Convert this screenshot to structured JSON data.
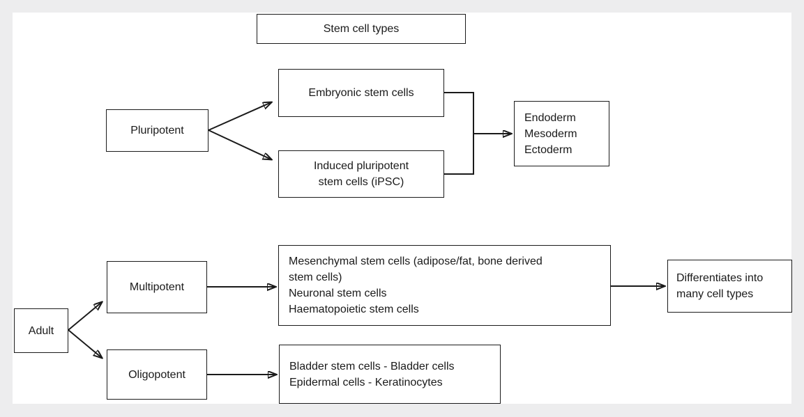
{
  "diagram": {
    "title": "Stem cell types",
    "colors": {
      "surround_background": "#ededee",
      "canvas_background": "#ffffff",
      "line_and_text": "#1a1a1a"
    },
    "nodes": {
      "pluripotent": {
        "label": "Pluripotent"
      },
      "embryonic": {
        "label": "Embryonic stem cells"
      },
      "ipsc": {
        "lines": [
          "Induced pluripotent",
          "stem cells (iPSC)"
        ]
      },
      "germ_layers": {
        "lines": [
          "Endoderm",
          "Mesoderm",
          "Ectoderm"
        ]
      },
      "adult": {
        "label": "Adult"
      },
      "multipotent": {
        "label": "Multipotent"
      },
      "oligopotent": {
        "label": "Oligopotent"
      },
      "multipotent_targets": {
        "lines": [
          "Mesenchymal stem cells (adipose/fat, bone derived",
          "stem cells)",
          "Neuronal stem cells",
          "Haematopoietic stem cells"
        ]
      },
      "differentiates": {
        "lines": [
          "Differentiates into",
          "many cell types"
        ]
      },
      "oligopotent_targets": {
        "lines": [
          "Bladder stem cells - Bladder cells",
          "Epidermal cells - Keratinocytes"
        ]
      }
    }
  }
}
